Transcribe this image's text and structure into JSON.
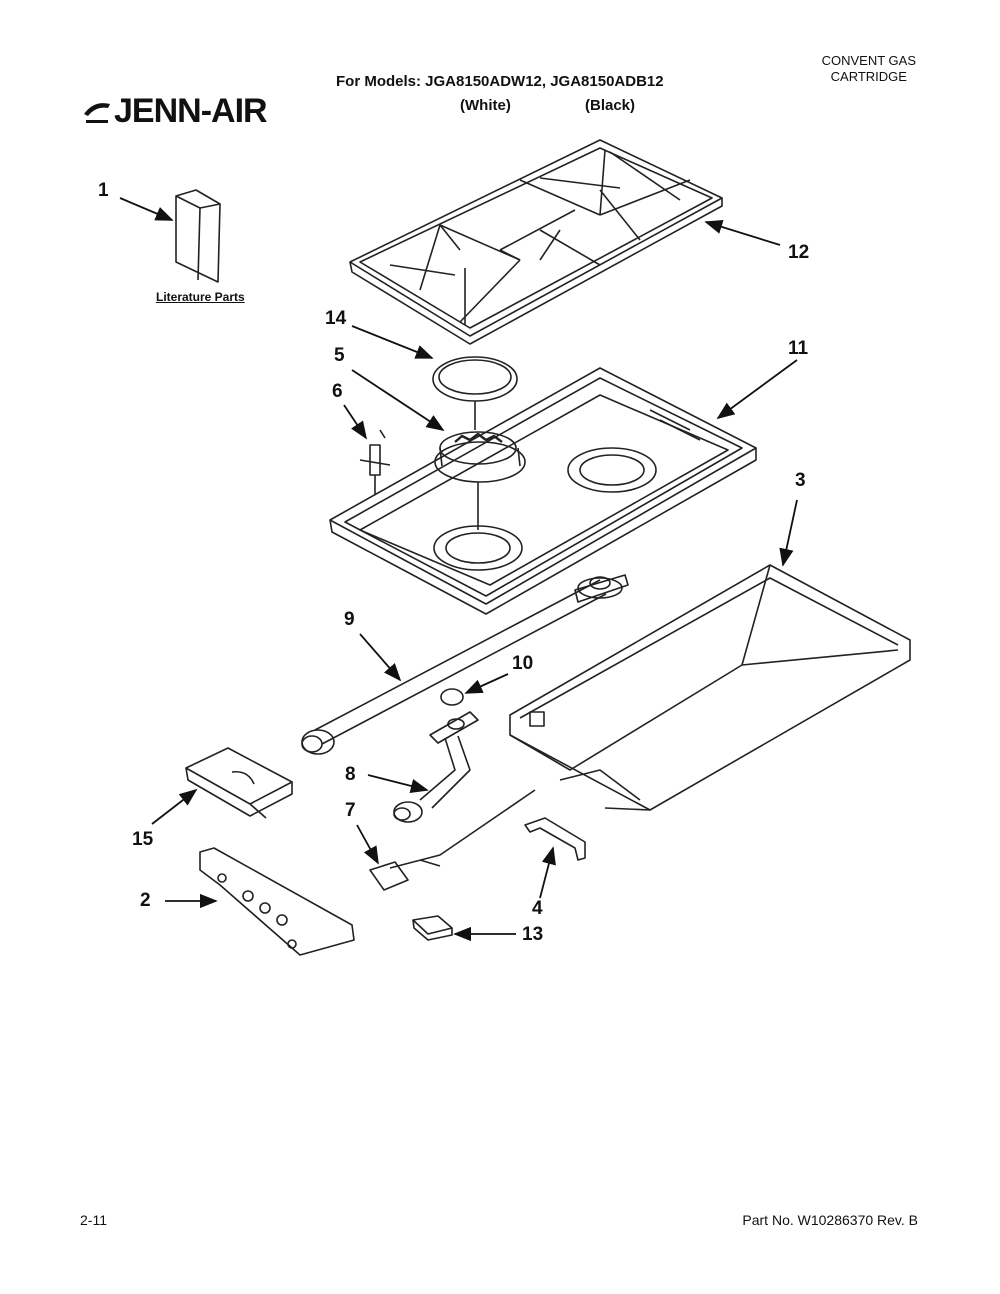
{
  "header": {
    "brand": "JENN-AIR",
    "models_line": "For Models: JGA8150ADW12, JGA8150ADB12",
    "color_white": "(White)",
    "color_black": "(Black)",
    "section_line1": "CONVENT GAS",
    "section_line2": "CARTRIDGE"
  },
  "literature_label": "Literature Parts",
  "callouts": {
    "c1": "1",
    "c2": "2",
    "c3": "3",
    "c4": "4",
    "c5": "5",
    "c6": "6",
    "c7": "7",
    "c8": "8",
    "c9": "9",
    "c10": "10",
    "c11": "11",
    "c12": "12",
    "c13": "13",
    "c14": "14",
    "c15": "15"
  },
  "footer": {
    "page": "2-11",
    "part_no": "Part No. W10286370 Rev. B"
  }
}
